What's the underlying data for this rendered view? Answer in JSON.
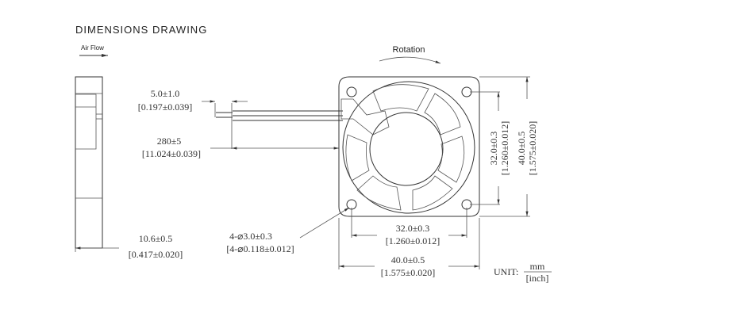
{
  "title": "DIMENSIONS DRAWING",
  "air_flow": "Air Flow",
  "rotation": "Rotation",
  "dims": {
    "lead_strip": {
      "mm": "5.0±1.0",
      "inch": "[0.197±0.039]"
    },
    "lead_length": {
      "mm": "280±5",
      "inch": "[11.024±0.039]"
    },
    "thickness": {
      "mm": "10.6±0.5",
      "inch": "[0.417±0.020]"
    },
    "holes": {
      "mm": "4-⌀3.0±0.3",
      "inch": "[4-⌀0.118±0.012]"
    },
    "hole_pitch_h": {
      "mm": "32.0±0.3",
      "inch": "[1.260±0.012]"
    },
    "width": {
      "mm": "40.0±0.5",
      "inch": "[1.575±0.020]"
    },
    "hole_pitch_v": {
      "mm": "32.0±0.3",
      "inch": "[1.260±0.012]"
    },
    "height": {
      "mm": "40.0±0.5",
      "inch": "[1.575±0.020]"
    }
  },
  "unit": {
    "label": "UNIT:",
    "top": "mm",
    "bottom": "[inch]"
  }
}
